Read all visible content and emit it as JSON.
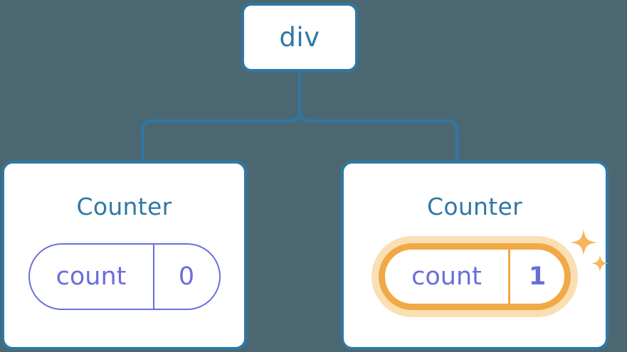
{
  "diagram": {
    "type": "component-tree",
    "background_color": "#4b6872",
    "node_border_color": "#2f78a6",
    "node_fill_color": "#ffffff",
    "connector_color": "#2f78a6",
    "pill_color": "#6a6edb",
    "highlight_color": "#f1a945",
    "highlight_glow_color": "#fbdfb4",
    "title_color": "#2f78a6"
  },
  "root": {
    "label": "div"
  },
  "children": [
    {
      "title": "Counter",
      "state": {
        "key": "count",
        "value": "0"
      },
      "highlighted": false,
      "sparkles": false
    },
    {
      "title": "Counter",
      "state": {
        "key": "count",
        "value": "1"
      },
      "highlighted": true,
      "sparkles": true
    }
  ],
  "icons": {
    "sparkle_large": "sparkle-icon",
    "sparkle_small": "sparkle-icon"
  }
}
